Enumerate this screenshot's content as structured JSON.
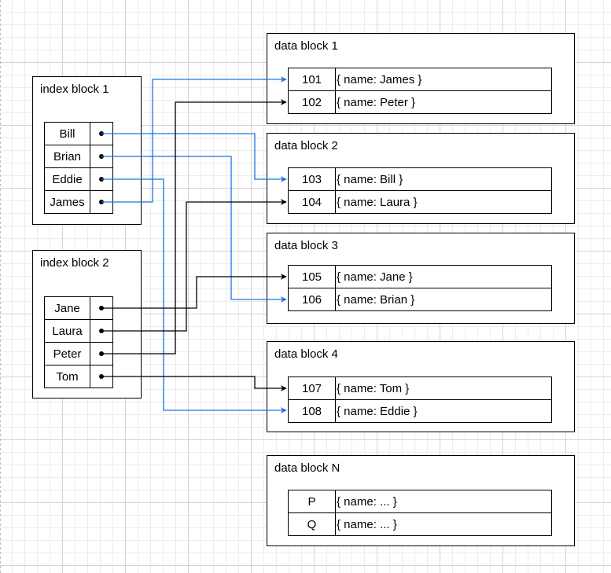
{
  "colors": {
    "black_arrow": "#000000",
    "blue_arrow": "#1a73e8"
  },
  "index_blocks": [
    {
      "title": "index block 1",
      "keys": [
        "Bill",
        "Brian",
        "Eddie",
        "James"
      ]
    },
    {
      "title": "index block 2",
      "keys": [
        "Jane",
        "Laura",
        "Peter",
        "Tom"
      ]
    }
  ],
  "data_blocks": [
    {
      "title": "data block 1",
      "rows": [
        {
          "id": "101",
          "value": "{ name: James }"
        },
        {
          "id": "102",
          "value": "{ name: Peter }"
        }
      ]
    },
    {
      "title": "data block 2",
      "rows": [
        {
          "id": "103",
          "value": "{ name: Bill }"
        },
        {
          "id": "104",
          "value": "{ name: Laura }"
        }
      ]
    },
    {
      "title": "data block 3",
      "rows": [
        {
          "id": "105",
          "value": "{ name: Jane }"
        },
        {
          "id": "106",
          "value": "{ name: Brian }"
        }
      ]
    },
    {
      "title": "data block 4",
      "rows": [
        {
          "id": "107",
          "value": "{ name: Tom }"
        },
        {
          "id": "108",
          "value": "{ name: Eddie }"
        }
      ]
    },
    {
      "title": "data block N",
      "rows": [
        {
          "id": "P",
          "value": "{ name: ... }"
        },
        {
          "id": "Q",
          "value": "{ name: ... }"
        }
      ]
    }
  ],
  "pointers": [
    {
      "from": "Bill",
      "to": "103",
      "color": "blue"
    },
    {
      "from": "Brian",
      "to": "106",
      "color": "blue"
    },
    {
      "from": "Eddie",
      "to": "108",
      "color": "blue"
    },
    {
      "from": "James",
      "to": "101",
      "color": "blue"
    },
    {
      "from": "Jane",
      "to": "105",
      "color": "black"
    },
    {
      "from": "Laura",
      "to": "104",
      "color": "black"
    },
    {
      "from": "Peter",
      "to": "102",
      "color": "black"
    },
    {
      "from": "Tom",
      "to": "107",
      "color": "black"
    }
  ]
}
